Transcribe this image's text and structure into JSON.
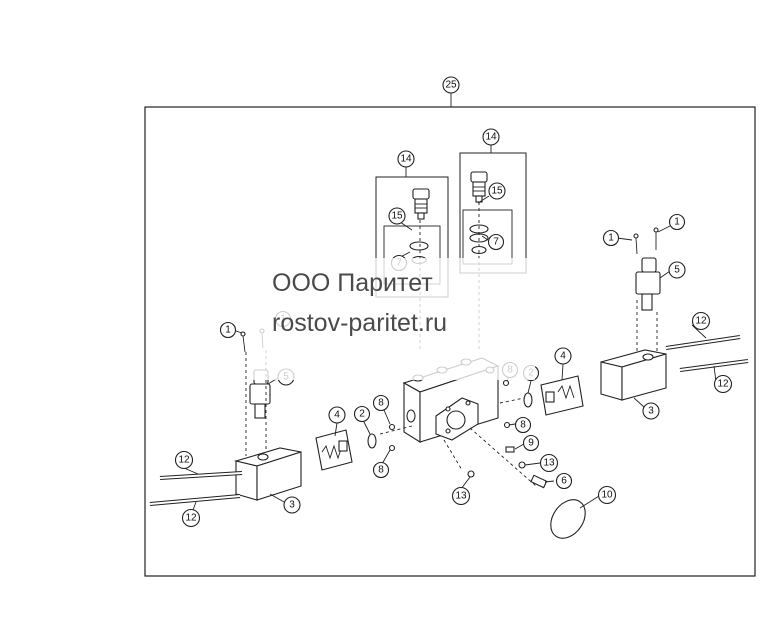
{
  "watermark": {
    "line1": "ООО Паритет",
    "line2": "rostov-paritet.ru"
  },
  "callouts": [
    {
      "id": "c25",
      "label": "25"
    },
    {
      "id": "c14a",
      "label": "14"
    },
    {
      "id": "c14b",
      "label": "14"
    },
    {
      "id": "c15a",
      "label": "15"
    },
    {
      "id": "c15b",
      "label": "15"
    },
    {
      "id": "c7a",
      "label": "7"
    },
    {
      "id": "c7b",
      "label": "7"
    },
    {
      "id": "c1a",
      "label": "1"
    },
    {
      "id": "c1b",
      "label": "1"
    },
    {
      "id": "c1c",
      "label": "1"
    },
    {
      "id": "c1d",
      "label": "1"
    },
    {
      "id": "c5a",
      "label": "5"
    },
    {
      "id": "c5b",
      "label": "5"
    },
    {
      "id": "c12a",
      "label": "12"
    },
    {
      "id": "c12b",
      "label": "12"
    },
    {
      "id": "c12c",
      "label": "12"
    },
    {
      "id": "c12d",
      "label": "12"
    },
    {
      "id": "c3a",
      "label": "3"
    },
    {
      "id": "c3b",
      "label": "3"
    },
    {
      "id": "c4a",
      "label": "4"
    },
    {
      "id": "c4b",
      "label": "4"
    },
    {
      "id": "c2a",
      "label": "2"
    },
    {
      "id": "c2b",
      "label": "2"
    },
    {
      "id": "c8a",
      "label": "8"
    },
    {
      "id": "c8b",
      "label": "8"
    },
    {
      "id": "c8c",
      "label": "8"
    },
    {
      "id": "c8d",
      "label": "8"
    },
    {
      "id": "c9",
      "label": "9"
    },
    {
      "id": "c13a",
      "label": "13"
    },
    {
      "id": "c13b",
      "label": "13"
    },
    {
      "id": "c6",
      "label": "6"
    },
    {
      "id": "c10",
      "label": "10"
    }
  ]
}
